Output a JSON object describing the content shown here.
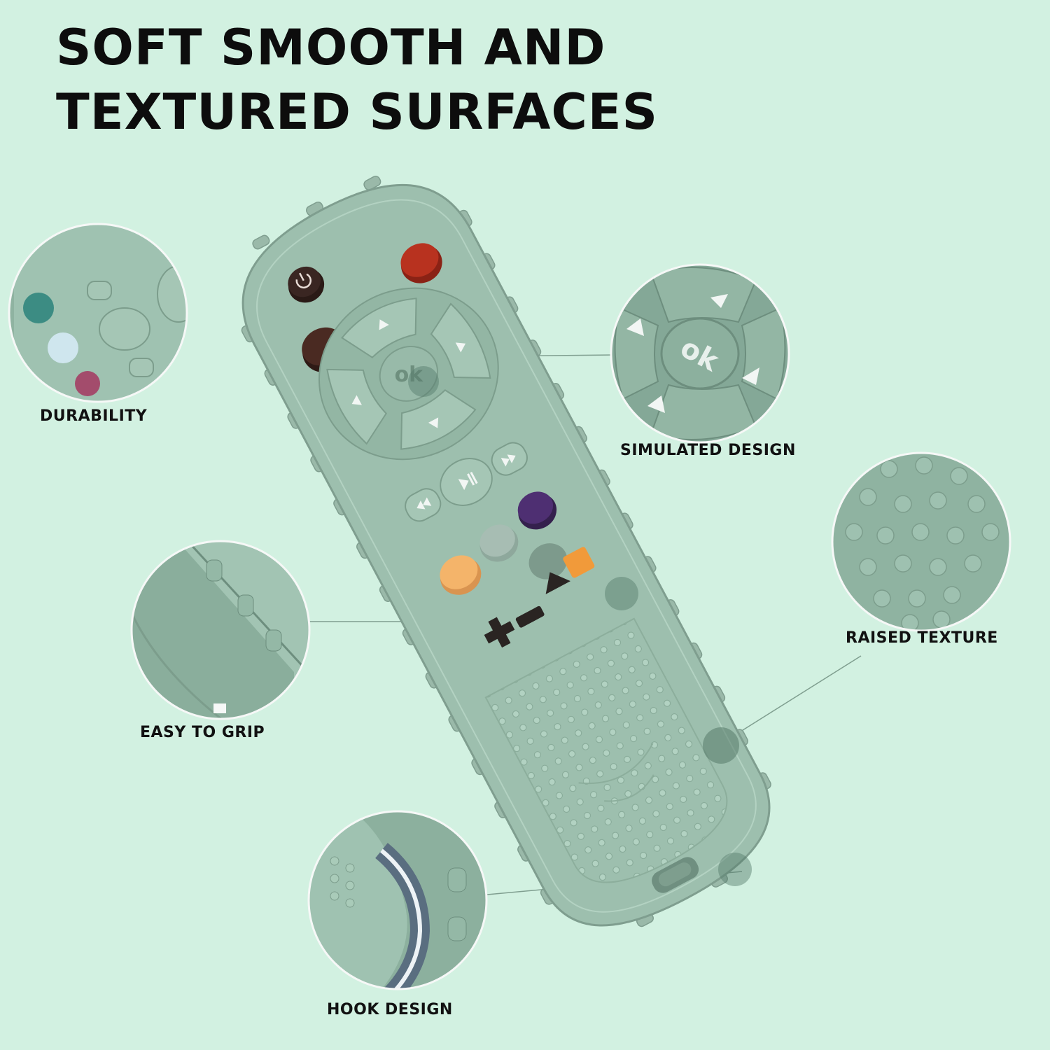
{
  "headline": {
    "line1": "SOFT SMOOTH AND",
    "line2": "TEXTURED SURFACES"
  },
  "product": {
    "ok_label": "ok"
  },
  "callouts": [
    {
      "label": "DURABILITY"
    },
    {
      "label": "SIMULATED DESIGN"
    },
    {
      "label": "RAISED TEXTURE"
    },
    {
      "label": "EASY TO GRIP"
    },
    {
      "label": "HOOK DESIGN"
    }
  ],
  "colors": {
    "background": "#d2f1e1",
    "silicone": "#9dbfae",
    "silicone_dark": "#86aa98",
    "power_button": "#3a2622",
    "red_button": "#b8321f",
    "brown_button": "#4a2a22",
    "purple_button": "#4e2f72",
    "orange_button": "#f4b46a",
    "gray_button": "#a7bdb3",
    "orange_square": "#f19a3a",
    "dark_shapes": "#2a2422"
  }
}
